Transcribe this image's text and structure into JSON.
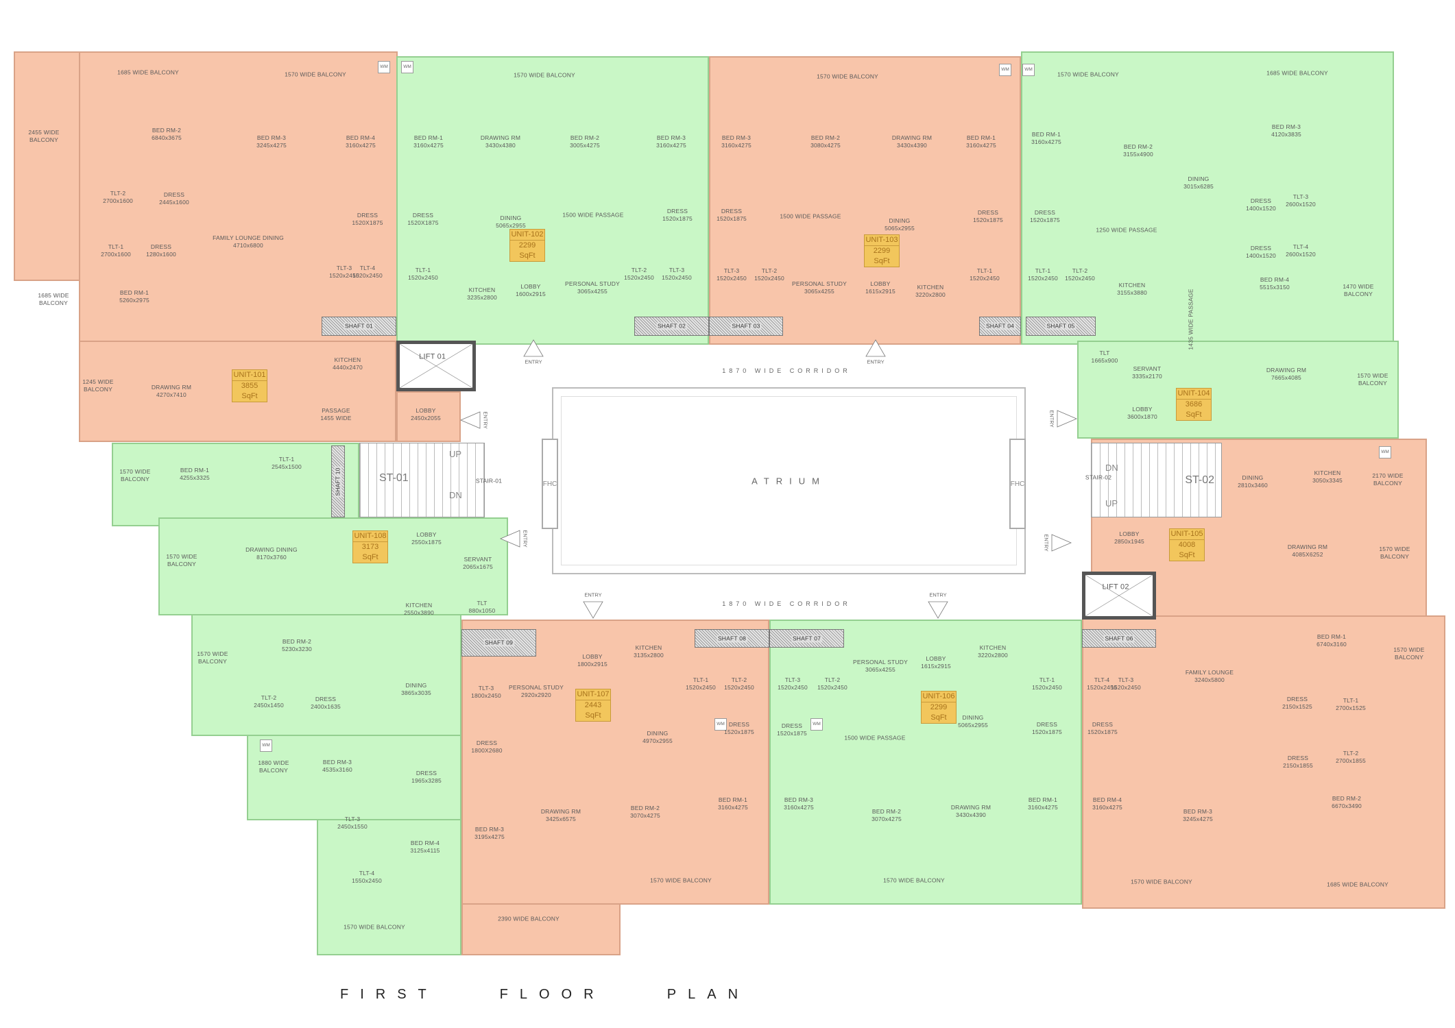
{
  "title": "FIRST    FLOOR    PLAN",
  "colors": {
    "unit_salmon": "#f8c5aa",
    "unit_green": "#c9f7c6",
    "badge": "#f2c65c",
    "badge_text": "#a8731c",
    "shaft": "#9a9a9a",
    "wall": "#555555"
  },
  "common": {
    "atrium": "ATRIUM",
    "corridor_top": "1870 WIDE CORRIDOR",
    "corridor_bottom": "1870 WIDE CORRIDOR",
    "fhc_left": "FHC",
    "fhc_right": "FHC",
    "entry": "ENTRY",
    "wm": "WM",
    "lifts": [
      "LIFT 01",
      "LIFT 02"
    ],
    "stairs": [
      {
        "code": "ST-01",
        "name": "STAIR-01",
        "up": "UP",
        "dn": "DN"
      },
      {
        "code": "ST-02",
        "name": "STAIR-02",
        "up": "UP",
        "dn": "DN"
      }
    ],
    "shafts": [
      "SHAFT 01",
      "SHAFT 02",
      "SHAFT 03",
      "SHAFT 04",
      "SHAFT 05",
      "SHAFT 06",
      "SHAFT 07",
      "SHAFT 08",
      "SHAFT 09",
      "SHAFT 10"
    ]
  },
  "units": [
    {
      "id": "UNIT-101",
      "area": "3855 SqFt",
      "color": "salmon",
      "rooms": [
        {
          "name": "1685 WIDE BALCONY",
          "size": ""
        },
        {
          "name": "1570 WIDE BALCONY",
          "size": ""
        },
        {
          "name": "2455 WIDE",
          "size": "BALCONY"
        },
        {
          "name": "BED RM-2",
          "size": "6840x3675"
        },
        {
          "name": "BED RM-3",
          "size": "3245x4275"
        },
        {
          "name": "BED RM-4",
          "size": "3160x4275"
        },
        {
          "name": "TLT-2",
          "size": "2700x1600"
        },
        {
          "name": "DRESS",
          "size": "2445x1600"
        },
        {
          "name": "TLT-1",
          "size": "2700x1600"
        },
        {
          "name": "DRESS",
          "size": "1280x1600"
        },
        {
          "name": "FAMILY LOUNGE DINING",
          "size": "4710x6800"
        },
        {
          "name": "DRESS",
          "size": "1520X1875"
        },
        {
          "name": "TLT-3",
          "size": "1520x2450"
        },
        {
          "name": "TLT-4",
          "size": "1520x2450"
        },
        {
          "name": "BED RM-1",
          "size": "5260x2975"
        },
        {
          "name": "1685 WIDE",
          "size": "BALCONY"
        },
        {
          "name": "1245 WIDE",
          "size": "BALCONY"
        },
        {
          "name": "DRAWING RM",
          "size": "4270x7410"
        },
        {
          "name": "KITCHEN",
          "size": "4440x2470"
        },
        {
          "name": "PASSAGE",
          "size": "1455 WIDE"
        },
        {
          "name": "LOBBY",
          "size": "2450x2055"
        }
      ]
    },
    {
      "id": "UNIT-102",
      "area": "2299 SqFt",
      "color": "green",
      "rooms": [
        {
          "name": "1570 WIDE BALCONY",
          "size": ""
        },
        {
          "name": "BED RM-1",
          "size": "3160x4275"
        },
        {
          "name": "DRAWING RM",
          "size": "3430x4380"
        },
        {
          "name": "BED RM-2",
          "size": "3005x4275"
        },
        {
          "name": "BED RM-3",
          "size": "3160x4275"
        },
        {
          "name": "DRESS",
          "size": "1520X1875"
        },
        {
          "name": "DINING",
          "size": "5065x2955"
        },
        {
          "name": "1500 WIDE PASSAGE",
          "size": ""
        },
        {
          "name": "DRESS",
          "size": "1520x1875"
        },
        {
          "name": "TLT-1",
          "size": "1520x2450"
        },
        {
          "name": "KITCHEN",
          "size": "3235x2800"
        },
        {
          "name": "LOBBY",
          "size": "1600x2915"
        },
        {
          "name": "PERSONAL STUDY",
          "size": "3065x4255"
        },
        {
          "name": "TLT-2",
          "size": "1520x2450"
        },
        {
          "name": "TLT-3",
          "size": "1520x2450"
        }
      ]
    },
    {
      "id": "UNIT-103",
      "area": "2299 SqFt",
      "color": "salmon",
      "rooms": [
        {
          "name": "1570 WIDE BALCONY",
          "size": ""
        },
        {
          "name": "BED RM-3",
          "size": "3160x4275"
        },
        {
          "name": "BED RM-2",
          "size": "3080x4275"
        },
        {
          "name": "DRAWING RM",
          "size": "3430x4390"
        },
        {
          "name": "BED RM-1",
          "size": "3160x4275"
        },
        {
          "name": "DRESS",
          "size": "1520x1875"
        },
        {
          "name": "TLT-3",
          "size": "1520x2450"
        },
        {
          "name": "TLT-2",
          "size": "1520x2450"
        },
        {
          "name": "1500 WIDE PASSAGE",
          "size": ""
        },
        {
          "name": "DINING",
          "size": "5065x2955"
        },
        {
          "name": "PERSONAL STUDY",
          "size": "3065x4255"
        },
        {
          "name": "LOBBY",
          "size": "1615x2915"
        },
        {
          "name": "KITCHEN",
          "size": "3220x2800"
        },
        {
          "name": "DRESS",
          "size": "1520x1875"
        },
        {
          "name": "TLT-1",
          "size": "1520x2450"
        }
      ]
    },
    {
      "id": "UNIT-104",
      "area": "3686 SqFt",
      "color": "green",
      "rooms": [
        {
          "name": "1570 WIDE BALCONY",
          "size": ""
        },
        {
          "name": "1685 WIDE BALCONY",
          "size": ""
        },
        {
          "name": "BED RM-1",
          "size": "3160x4275"
        },
        {
          "name": "BED RM-2",
          "size": "3155x4900"
        },
        {
          "name": "DINING",
          "size": "3015x6285"
        },
        {
          "name": "BED RM-3",
          "size": "4120x3835"
        },
        {
          "name": "DRESS",
          "size": "1520x1875"
        },
        {
          "name": "1250 WIDE PASSAGE",
          "size": ""
        },
        {
          "name": "DRESS",
          "size": "1400x1520"
        },
        {
          "name": "TLT-3",
          "size": "2600x1520"
        },
        {
          "name": "DRESS",
          "size": "1400x1520"
        },
        {
          "name": "TLT-4",
          "size": "2600x1520"
        },
        {
          "name": "TLT-1",
          "size": "1520x2450"
        },
        {
          "name": "TLT-2",
          "size": "1520x2450"
        },
        {
          "name": "KITCHEN",
          "size": "3155x3880"
        },
        {
          "name": "1435 WIDE PASSAGE",
          "size": ""
        },
        {
          "name": "BED RM-4",
          "size": "5515x3150"
        },
        {
          "name": "1470 WIDE",
          "size": "BALCONY"
        },
        {
          "name": "TLT",
          "size": "1665x900"
        },
        {
          "name": "SERVANT",
          "size": "3335x2170"
        },
        {
          "name": "DRAWING RM",
          "size": "7665x4085"
        },
        {
          "name": "1570 WIDE",
          "size": "BALCONY"
        },
        {
          "name": "LOBBY",
          "size": "3600x1870"
        }
      ]
    },
    {
      "id": "UNIT-105",
      "area": "4008 SqFt",
      "color": "salmon",
      "rooms": [
        {
          "name": "LOBBY",
          "size": "2850x1945"
        },
        {
          "name": "DINING",
          "size": "2810x3460"
        },
        {
          "name": "KITCHEN",
          "size": "3050x3345"
        },
        {
          "name": "2170 WIDE",
          "size": "BALCONY"
        },
        {
          "name": "DRAWING RM",
          "size": "4085X6252"
        },
        {
          "name": "1570 WIDE",
          "size": "BALCONY"
        },
        {
          "name": "BED RM-1",
          "size": "6740x3160"
        },
        {
          "name": "1570 WIDE",
          "size": "BALCONY"
        },
        {
          "name": "FAMILY LOUNGE",
          "size": "3240x5800"
        },
        {
          "name": "TLT-4",
          "size": "1520x2450"
        },
        {
          "name": "TLT-3",
          "size": "1520x2450"
        },
        {
          "name": "DRESS",
          "size": "1520x1875"
        },
        {
          "name": "DRESS",
          "size": "2150x1525"
        },
        {
          "name": "TLT-1",
          "size": "2700x1525"
        },
        {
          "name": "DRESS",
          "size": "2150x1855"
        },
        {
          "name": "TLT-2",
          "size": "2700x1855"
        },
        {
          "name": "BED RM-4",
          "size": "3160x4275"
        },
        {
          "name": "BED RM-3",
          "size": "3245x4275"
        },
        {
          "name": "BED RM-2",
          "size": "6670x3490"
        },
        {
          "name": "1570 WIDE BALCONY",
          "size": ""
        },
        {
          "name": "1685 WIDE BALCONY",
          "size": ""
        }
      ]
    },
    {
      "id": "UNIT-106",
      "area": "2299 SqFt",
      "color": "green",
      "rooms": [
        {
          "name": "PERSONAL STUDY",
          "size": "3065x4255"
        },
        {
          "name": "LOBBY",
          "size": "1615x2915"
        },
        {
          "name": "KITCHEN",
          "size": "3220x2800"
        },
        {
          "name": "TLT-3",
          "size": "1520x2450"
        },
        {
          "name": "TLT-2",
          "size": "1520x2450"
        },
        {
          "name": "DINING",
          "size": "5065x2955"
        },
        {
          "name": "DRESS",
          "size": "1520x1875"
        },
        {
          "name": "1500 WIDE PASSAGE",
          "size": ""
        },
        {
          "name": "TLT-1",
          "size": "1520x2450"
        },
        {
          "name": "DRESS",
          "size": "1520x1875"
        },
        {
          "name": "BED RM-3",
          "size": "3160x4275"
        },
        {
          "name": "BED RM-2",
          "size": "3070x4275"
        },
        {
          "name": "DRAWING RM",
          "size": "3430x4390"
        },
        {
          "name": "BED RM-1",
          "size": "3160x4275"
        },
        {
          "name": "1570 WIDE BALCONY",
          "size": ""
        }
      ]
    },
    {
      "id": "UNIT-107",
      "area": "2443 SqFt",
      "color": "salmon",
      "rooms": [
        {
          "name": "LOBBY",
          "size": "1800x2915"
        },
        {
          "name": "KITCHEN",
          "size": "3135x2800"
        },
        {
          "name": "TLT-3",
          "size": "1800x2450"
        },
        {
          "name": "PERSONAL STUDY",
          "size": "2920x2920"
        },
        {
          "name": "TLT-1",
          "size": "1520x2450"
        },
        {
          "name": "TLT-2",
          "size": "1520x2450"
        },
        {
          "name": "DINING",
          "size": "4970x2955"
        },
        {
          "name": "DRESS",
          "size": "1800X2680"
        },
        {
          "name": "DRESS",
          "size": "1520x1875"
        },
        {
          "name": "DRAWING RM",
          "size": "3425x6575"
        },
        {
          "name": "BED RM-2",
          "size": "3070x4275"
        },
        {
          "name": "BED RM-1",
          "size": "3160x4275"
        },
        {
          "name": "BED RM-3",
          "size": "3195x4275"
        },
        {
          "name": "1570 WIDE BALCONY",
          "size": ""
        },
        {
          "name": "2390 WIDE BALCONY",
          "size": ""
        }
      ]
    },
    {
      "id": "UNIT-108",
      "area": "3173 SqFt",
      "color": "green",
      "rooms": [
        {
          "name": "1570 WIDE",
          "size": "BALCONY"
        },
        {
          "name": "BED RM-1",
          "size": "4255x3325"
        },
        {
          "name": "TLT-1",
          "size": "2545x1500"
        },
        {
          "name": "LOBBY",
          "size": "2550x1875"
        },
        {
          "name": "DRAWING DINING",
          "size": "8170x3760"
        },
        {
          "name": "1570 WIDE",
          "size": "BALCONY"
        },
        {
          "name": "SERVANT",
          "size": "2065x1675"
        },
        {
          "name": "KITCHEN",
          "size": "2550x3890"
        },
        {
          "name": "TLT",
          "size": "880x1050"
        },
        {
          "name": "BED RM-2",
          "size": "5230x3230"
        },
        {
          "name": "1570 WIDE",
          "size": "BALCONY"
        },
        {
          "name": "DINING",
          "size": "3865x3035"
        },
        {
          "name": "TLT-2",
          "size": "2450x1450"
        },
        {
          "name": "DRESS",
          "size": "2400x1635"
        },
        {
          "name": "1880 WIDE",
          "size": "BALCONY"
        },
        {
          "name": "BED RM-3",
          "size": "4535x3160"
        },
        {
          "name": "DRESS",
          "size": "1965x3285"
        },
        {
          "name": "TLT-3",
          "size": "2450x1550"
        },
        {
          "name": "TLT-4",
          "size": "1550x2450"
        },
        {
          "name": "BED RM-4",
          "size": "3125x4115"
        },
        {
          "name": "1570 WIDE BALCONY",
          "size": ""
        }
      ]
    }
  ]
}
